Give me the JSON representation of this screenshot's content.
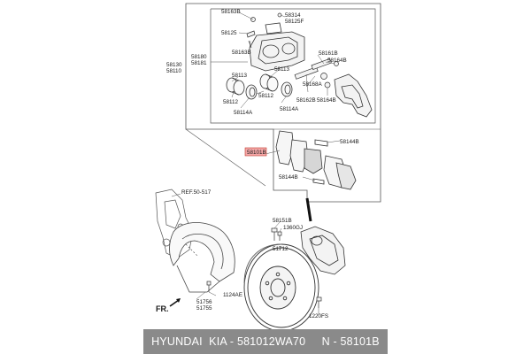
{
  "diagram": {
    "labels": {
      "l58163B_top": "58163B",
      "l58314": "58314",
      "l58125F": "58125F",
      "l58125": "58125",
      "l58163B_mid": "58163B",
      "l58180": "58180",
      "l58181": "58181",
      "l58130": "58130",
      "l58110": "58110",
      "l58161B": "58161B",
      "l58164B_top": "58164B",
      "l58113_left": "58113",
      "l58113_right": "58113",
      "l58168A": "58168A",
      "l58112_left": "58112",
      "l58112_right": "58112",
      "l58162B": "58162B",
      "l58164B_bot": "58164B",
      "l58114A_left": "58114A",
      "l58114A_right": "58114A",
      "l58101B": "58101B",
      "l58144B_top": "58144B",
      "l58144B_bot": "58144B",
      "ref": "REF.50-517",
      "l58151B": "58151B",
      "l1360GJ": "1360GJ",
      "l51712": "51712",
      "l1124AE": "1124AE",
      "l51756": "51756",
      "l51755": "51755",
      "l1220FS": "1220FS",
      "fr": "FR."
    },
    "highlight_color": "#f4a7a7"
  },
  "caption": "HYUNDAI  KIA - 581012WA70     N - 58101B"
}
